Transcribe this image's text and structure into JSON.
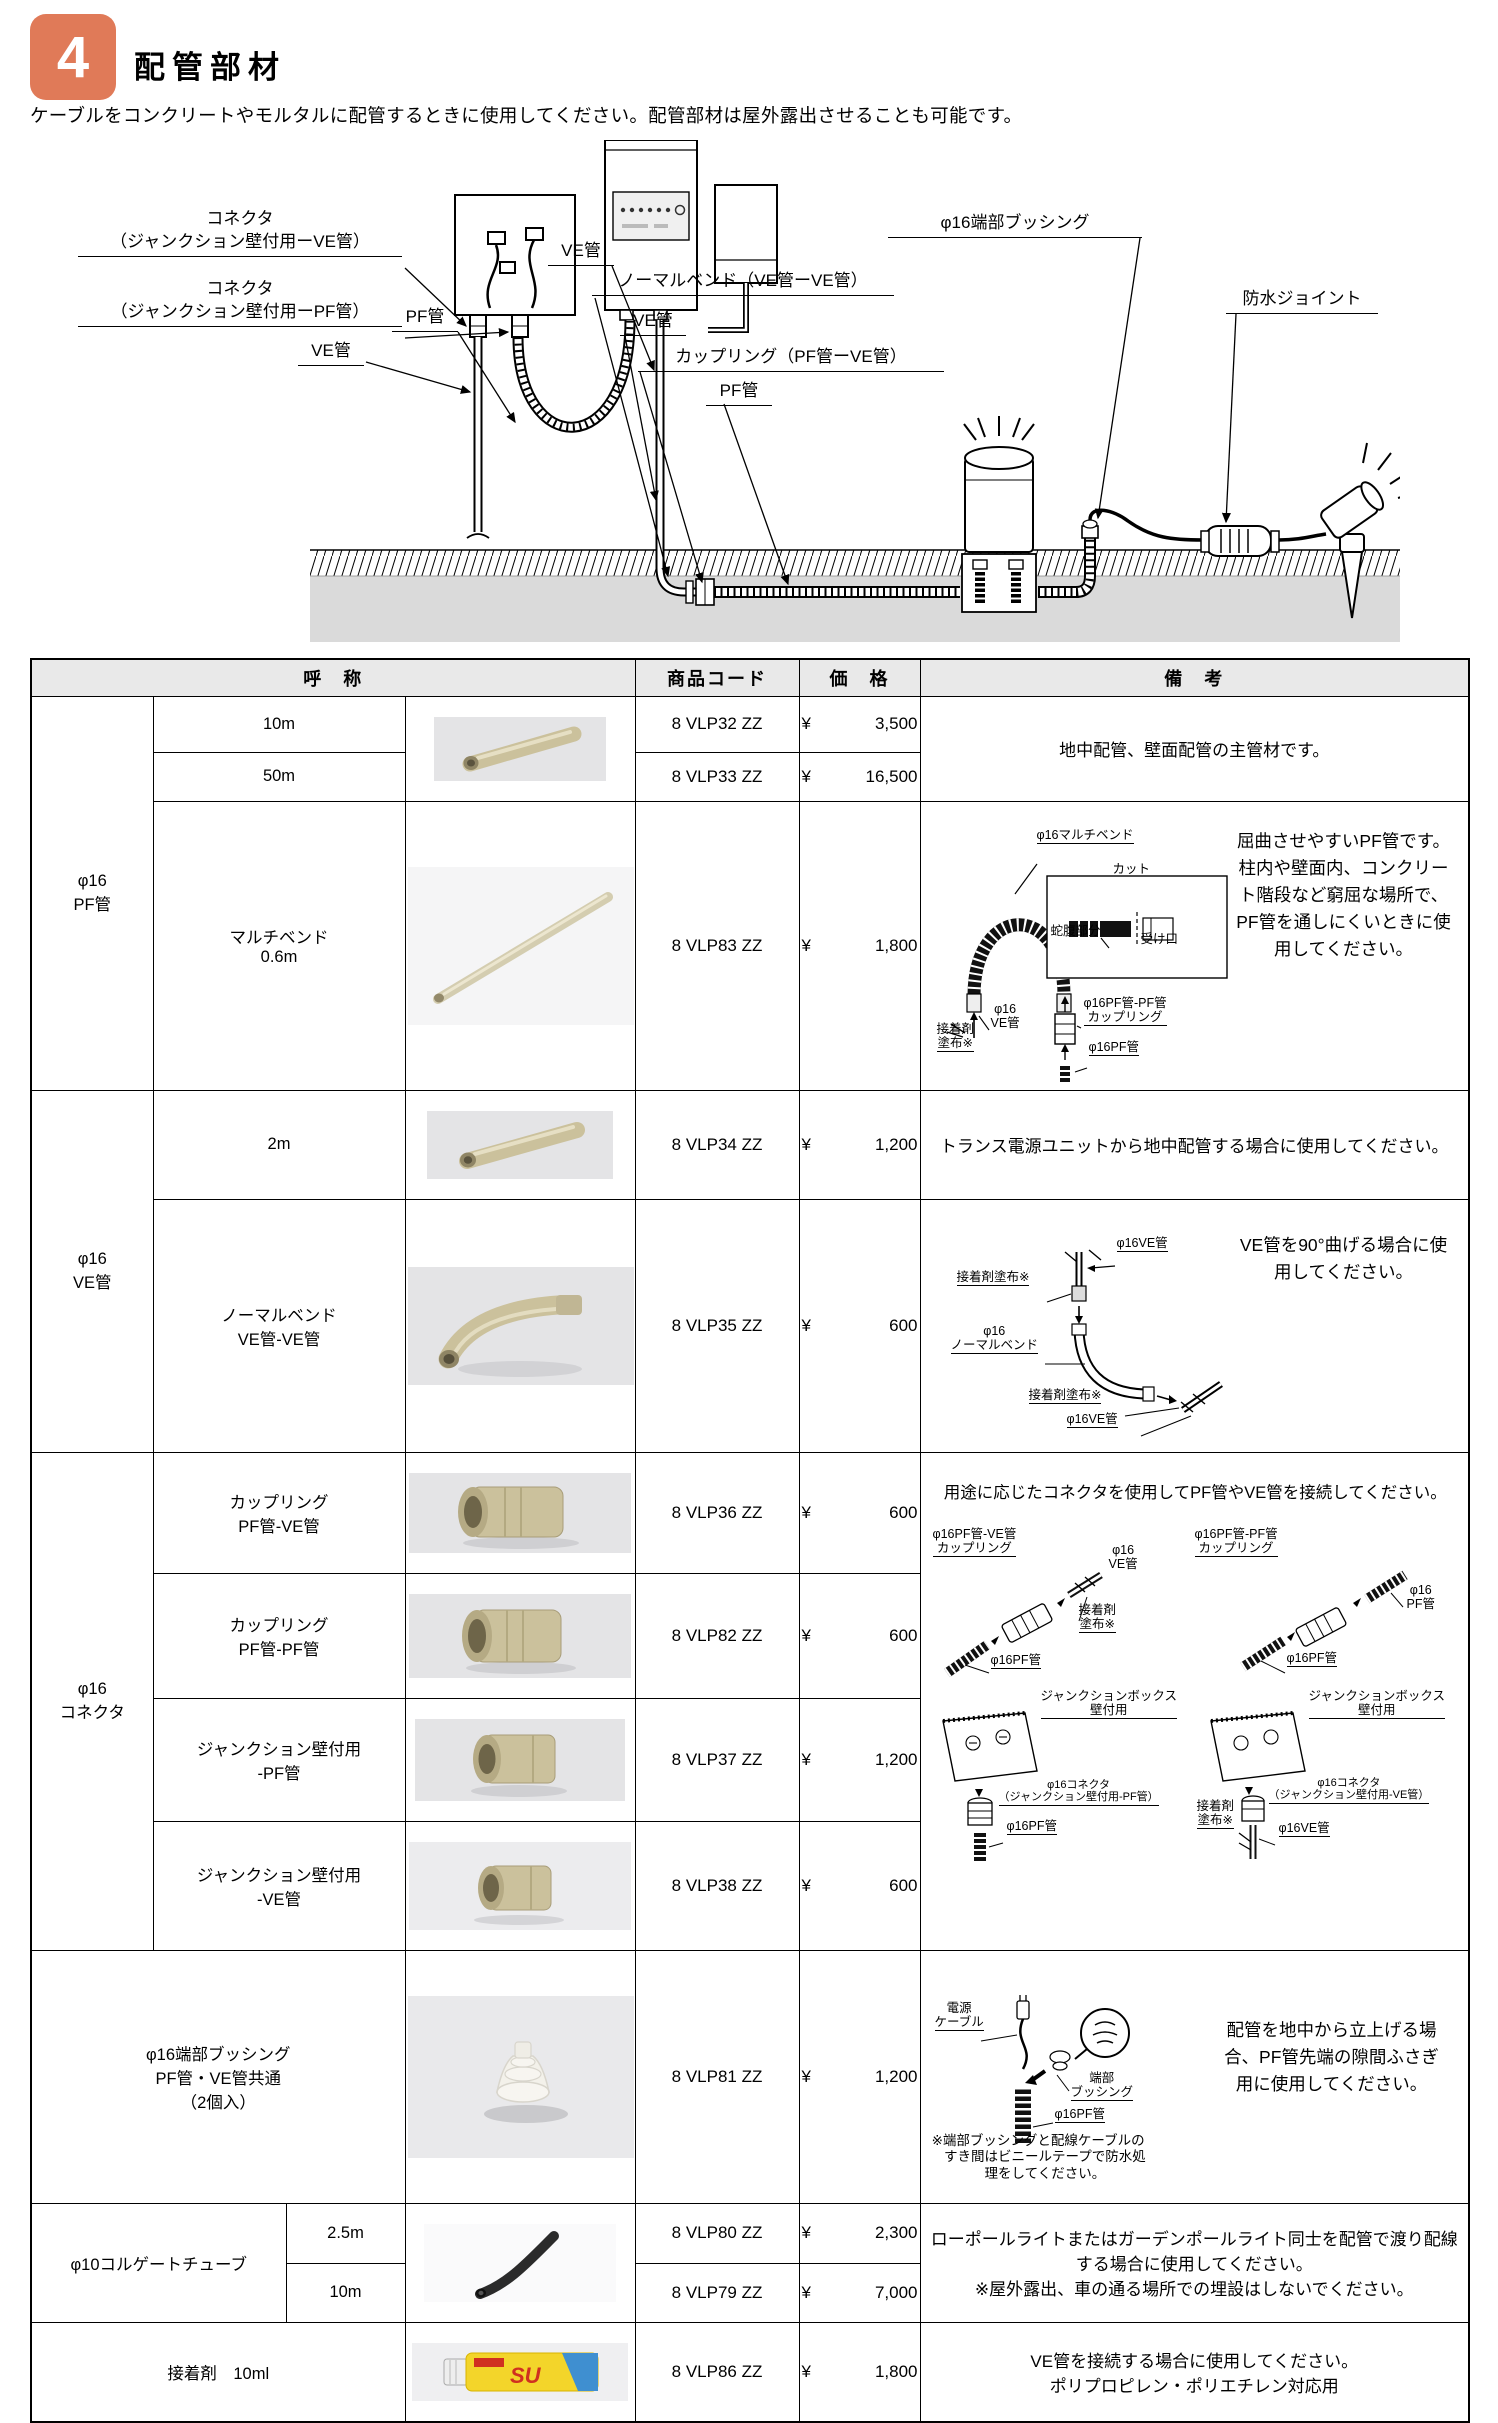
{
  "page": {
    "badge": "4",
    "title": "配管部材",
    "description": "ケーブルをコンクリートやモルタルに配管するときに使用してください。配管部材は屋外露出させることも可能です。",
    "accent_color": "#e07a58"
  },
  "diagram": {
    "labels": {
      "conn_ve": "コネクタ\n（ジャンクション壁付用ーVE管）",
      "conn_pf": "コネクタ\n（ジャンクション壁付用ーPF管）",
      "ve_left": "VE管",
      "pf_left": "PF管",
      "ve_mid": "VE管",
      "normal_bend": "ノーマルベンド（VE管ーVE管）",
      "ve_mid2": "VE管",
      "coupling": "カップリング（PF管ーVE管）",
      "pf_mid": "PF管",
      "bushing": "φ16端部ブッシング",
      "joint": "防水ジョイント"
    }
  },
  "table": {
    "yen": "¥",
    "headers": {
      "name": "呼　称",
      "code": "商品コード",
      "price": "価　格",
      "note": "備　考"
    },
    "rows": [
      {
        "group": "φ16\nPF管",
        "name": "10m",
        "code": "8 VLP32 ZZ",
        "price": "3,500"
      },
      {
        "name": "50m",
        "code": "8 VLP33 ZZ",
        "price": "16,500"
      },
      {
        "name": "マルチベンド\n0.6m",
        "code": "8 VLP83 ZZ",
        "price": "1,800"
      },
      {
        "group": "φ16\nVE管",
        "name": "2m",
        "code": "8 VLP34 ZZ",
        "price": "1,200"
      },
      {
        "name": "ノーマルベンド\nVE管-VE管",
        "code": "8 VLP35 ZZ",
        "price": "600"
      },
      {
        "group": "φ16\nコネクタ",
        "name": "カップリング\nPF管-VE管",
        "code": "8 VLP36 ZZ",
        "price": "600"
      },
      {
        "name": "カップリング\nPF管-PF管",
        "code": "8 VLP82 ZZ",
        "price": "600"
      },
      {
        "name": "ジャンクション壁付用\n-PF管",
        "code": "8 VLP37 ZZ",
        "price": "1,200"
      },
      {
        "name": "ジャンクション壁付用\n-VE管",
        "code": "8 VLP38 ZZ",
        "price": "600"
      },
      {
        "name": "φ16端部ブッシング\nPF管・VE管共通\n（2個入）",
        "code": "8 VLP81 ZZ",
        "price": "1,200"
      },
      {
        "group": "φ10コルゲートチューブ",
        "name": "2.5m",
        "code": "8 VLP80 ZZ",
        "price": "2,300"
      },
      {
        "name": "10m",
        "code": "8 VLP79 ZZ",
        "price": "7,000"
      },
      {
        "name": "接着剤　10ml",
        "code": "8 VLP86 ZZ",
        "price": "1,800"
      }
    ],
    "notes": {
      "pf": "地中配管、壁面配管の主管材です。",
      "multibend": {
        "text": "屈曲させやすいPF管です。柱内や壁面内、コンクリート階段など窮屈な場所で、PF管を通しにくいときに使用してください。",
        "labels": {
          "name": "φ16マルチベンド",
          "cut": "カット",
          "snake": "蛇腹部分",
          "socket": "受け口",
          "ve": "φ16\nVE管",
          "coup": "φ16PF管-PF管\nカップリング",
          "pf": "φ16PF管",
          "glue": "接着剤\n塗布※"
        }
      },
      "ve2m": "トランス電源ユニットから地中配管する場合に使用してください。",
      "bend": {
        "text": "VE管を90°曲げる場合に使用してください。",
        "labels": {
          "top": "φ16VE管",
          "glue1": "接着剤塗布※",
          "name": "φ16\nノーマルベンド",
          "glue2": "接着剤塗布※",
          "bottom": "φ16VE管"
        }
      },
      "connector": {
        "text": "用途に応じたコネクタを使用してPF管やVE管を接続してください。",
        "d1": {
          "name": "φ16PF管-VE管\nカップリング",
          "ve": "φ16\nVE管",
          "glue": "接着剤\n塗布※",
          "pf": "φ16PF管"
        },
        "d2": {
          "name": "φ16PF管-PF管\nカップリング",
          "pf_right": "φ16\nPF管",
          "pf_bottom": "φ16PF管"
        },
        "d3": {
          "box": "ジャンクションボックス\n壁付用",
          "conn": "φ16コネクタ\n（ジャンクション壁付用-PF管）",
          "pf": "φ16PF管"
        },
        "d4": {
          "box": "ジャンクションボックス\n壁付用",
          "conn": "φ16コネクタ\n（ジャンクション壁付用-VE管）",
          "glue": "接着剤\n塗布※",
          "ve": "φ16VE管"
        }
      },
      "bushing": {
        "text": "配管を地中から立上げる場合、PF管先端の隙間ふさぎ用に使用してください。",
        "labels": {
          "cable": "電源\nケーブル",
          "bush": "端部\nブッシング",
          "pipe": "φ16PF管"
        },
        "footnote": "※端部ブッシングと配線ケーブルの\n　すき間はビニールテープで防水処\n　理をしてください。"
      },
      "corrugate": "ローポールライトまたはガーデンポールライト同士を配管で渡り配線する場合に使用してください。\n※屋外露出、車の通る場所での埋設はしないでください。",
      "glue": "VE管を接続する場合に使用してください。\nポリプロピレン・ポリエチレン対応用"
    }
  }
}
